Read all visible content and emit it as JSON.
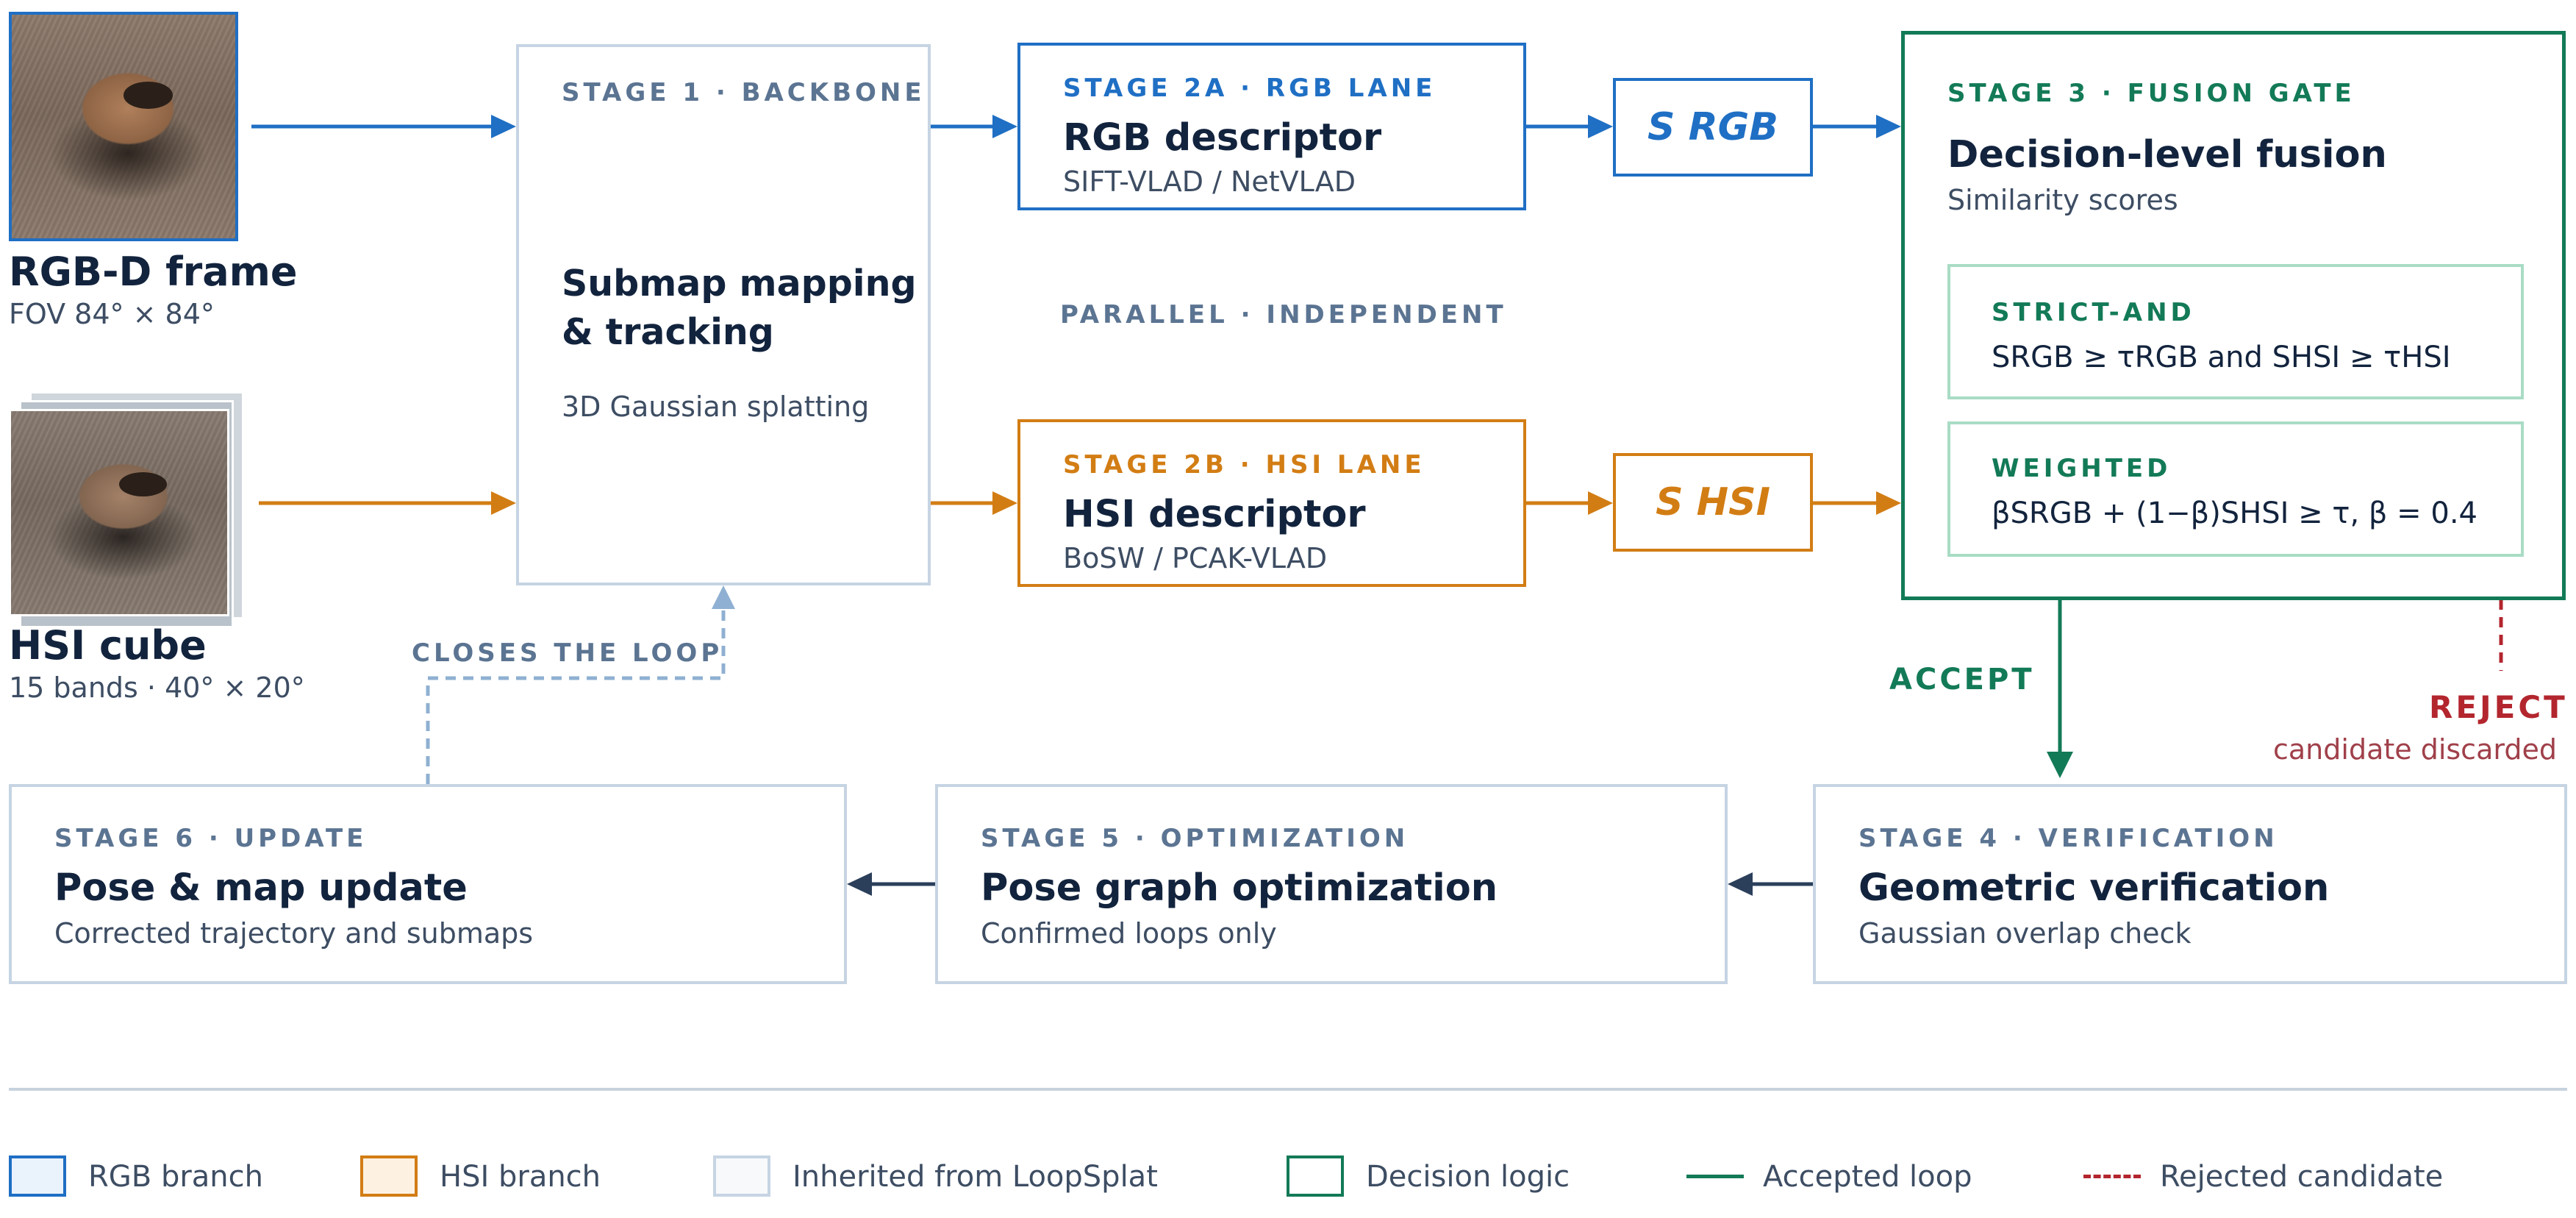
{
  "colors": {
    "rgb": "#1f6fc4",
    "hsi": "#d27d14",
    "inherited": "#5b7492",
    "decision": "#137a57",
    "reject": "#b3262e",
    "dark_arrow": "#2b3f5a"
  },
  "inputs": {
    "rgbd": {
      "title": "RGB-D frame",
      "subtitle": "FOV 84° × 84°"
    },
    "hsi": {
      "title": "HSI cube",
      "subtitle": "15 bands · 40° × 20°"
    }
  },
  "stage1": {
    "label": "STAGE 1 · BACKBONE",
    "title_line1": "Submap mapping",
    "title_line2": "& tracking",
    "subtitle": "3D Gaussian splatting"
  },
  "stage2a": {
    "label": "STAGE 2A · RGB LANE",
    "title": "RGB descriptor",
    "subtitle": "SIFT-VLAD / NetVLAD"
  },
  "stage2b": {
    "label": "STAGE 2B · HSI LANE",
    "title": "HSI descriptor",
    "subtitle": "BoSW / PCAK-VLAD"
  },
  "parallel_note": "PARALLEL · INDEPENDENT",
  "scores": {
    "rgb": "S RGB",
    "hsi": "S HSI"
  },
  "stage3": {
    "label": "STAGE 3 · FUSION GATE",
    "title": "Decision-level fusion",
    "subtitle": "Similarity scores",
    "strict": {
      "label": "STRICT-AND",
      "rule": "SRGB ≥ τRGB and SHSI ≥ τHSI"
    },
    "weighted": {
      "label": "WEIGHTED",
      "rule": "βSRGB + (1−β)SHSI ≥ τ, β = 0.4"
    }
  },
  "accept": "ACCEPT",
  "reject": {
    "label": "REJECT",
    "note": "candidate discarded"
  },
  "closes_loop": "CLOSES THE LOOP",
  "stage4": {
    "label": "STAGE 4 · VERIFICATION",
    "title": "Geometric verification",
    "subtitle": "Gaussian overlap check"
  },
  "stage5": {
    "label": "STAGE 5 · OPTIMIZATION",
    "title": "Pose graph optimization",
    "subtitle": "Confirmed loops only"
  },
  "stage6": {
    "label": "STAGE 6 · UPDATE",
    "title": "Pose & map update",
    "subtitle": "Corrected trajectory and submaps"
  },
  "legend": {
    "rgb": "RGB branch",
    "hsi": "HSI branch",
    "inherited": "Inherited from LoopSplat",
    "decision": "Decision logic",
    "accepted": "Accepted loop",
    "rejected": "Rejected candidate"
  }
}
